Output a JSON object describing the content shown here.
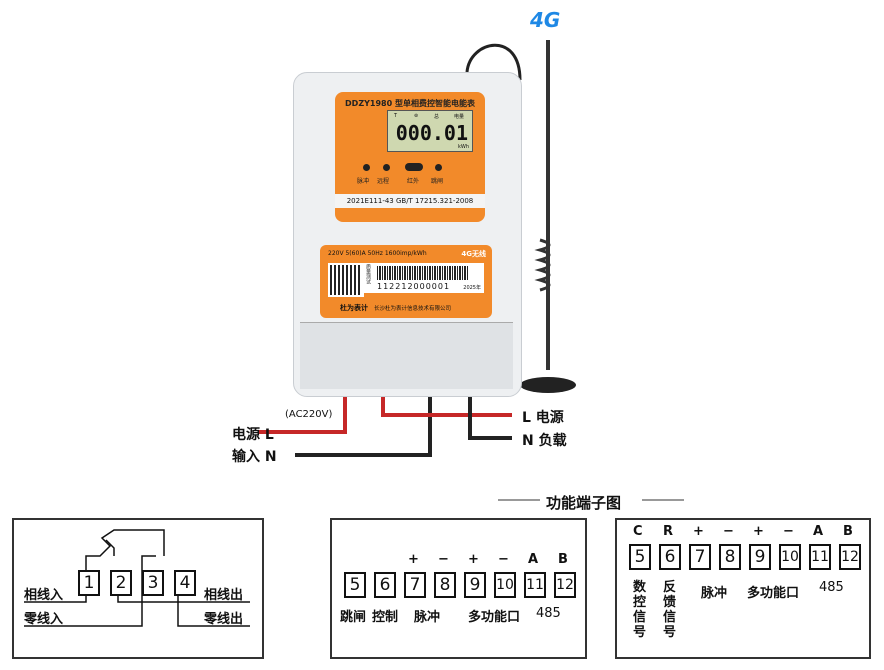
{
  "logo_4g": "4G",
  "meter": {
    "model_title": "DDZY1980 型单相费控智能电能表",
    "lcd_value": "000.01",
    "lcd_unit": "kWh",
    "lcd_labels": [
      "T",
      "⊚",
      "总",
      "电量"
    ],
    "leds": [
      "脉冲",
      "远程",
      "红外",
      "跳闸"
    ],
    "cert": "2021E111-43   GB/T 17215.321-2008",
    "spec": "220V  5(60)A  50Hz  1600imp/kWh",
    "badge_4g": "4G无线",
    "test_mark": "质量测试",
    "serial": "112212000001",
    "year": "2025年",
    "brand": "杜为表计",
    "company": "长沙杜为表计信息技术有限公司"
  },
  "wiring": {
    "ac": "(AC220V)",
    "in_l": "电源  L",
    "in_n": "输入  N",
    "out_l": "L  电源",
    "out_n": "N  负载"
  },
  "diagram_title": "功能端子图",
  "box1": {
    "terminals": [
      "1",
      "2",
      "3",
      "4"
    ],
    "phase_in": "相线入",
    "neutral_in": "零线入",
    "phase_out": "相线出",
    "neutral_out": "零线出"
  },
  "box2": {
    "terminals": [
      "5",
      "6",
      "7",
      "8",
      "9",
      "10",
      "11",
      "12"
    ],
    "signs": [
      "+",
      "−",
      "+",
      "−",
      "A",
      "B"
    ],
    "labels": [
      "跳闸",
      "控制",
      "脉冲",
      "多功能口",
      "485"
    ]
  },
  "box3": {
    "terminals": [
      "5",
      "6",
      "7",
      "8",
      "9",
      "10",
      "11",
      "12"
    ],
    "signs": [
      "C",
      "R",
      "+",
      "−",
      "+",
      "−",
      "A",
      "B"
    ],
    "labels": [
      "数\n控\n信\n号",
      "反\n馈\n信\n号",
      "脉冲",
      "多功能口",
      "485"
    ]
  }
}
